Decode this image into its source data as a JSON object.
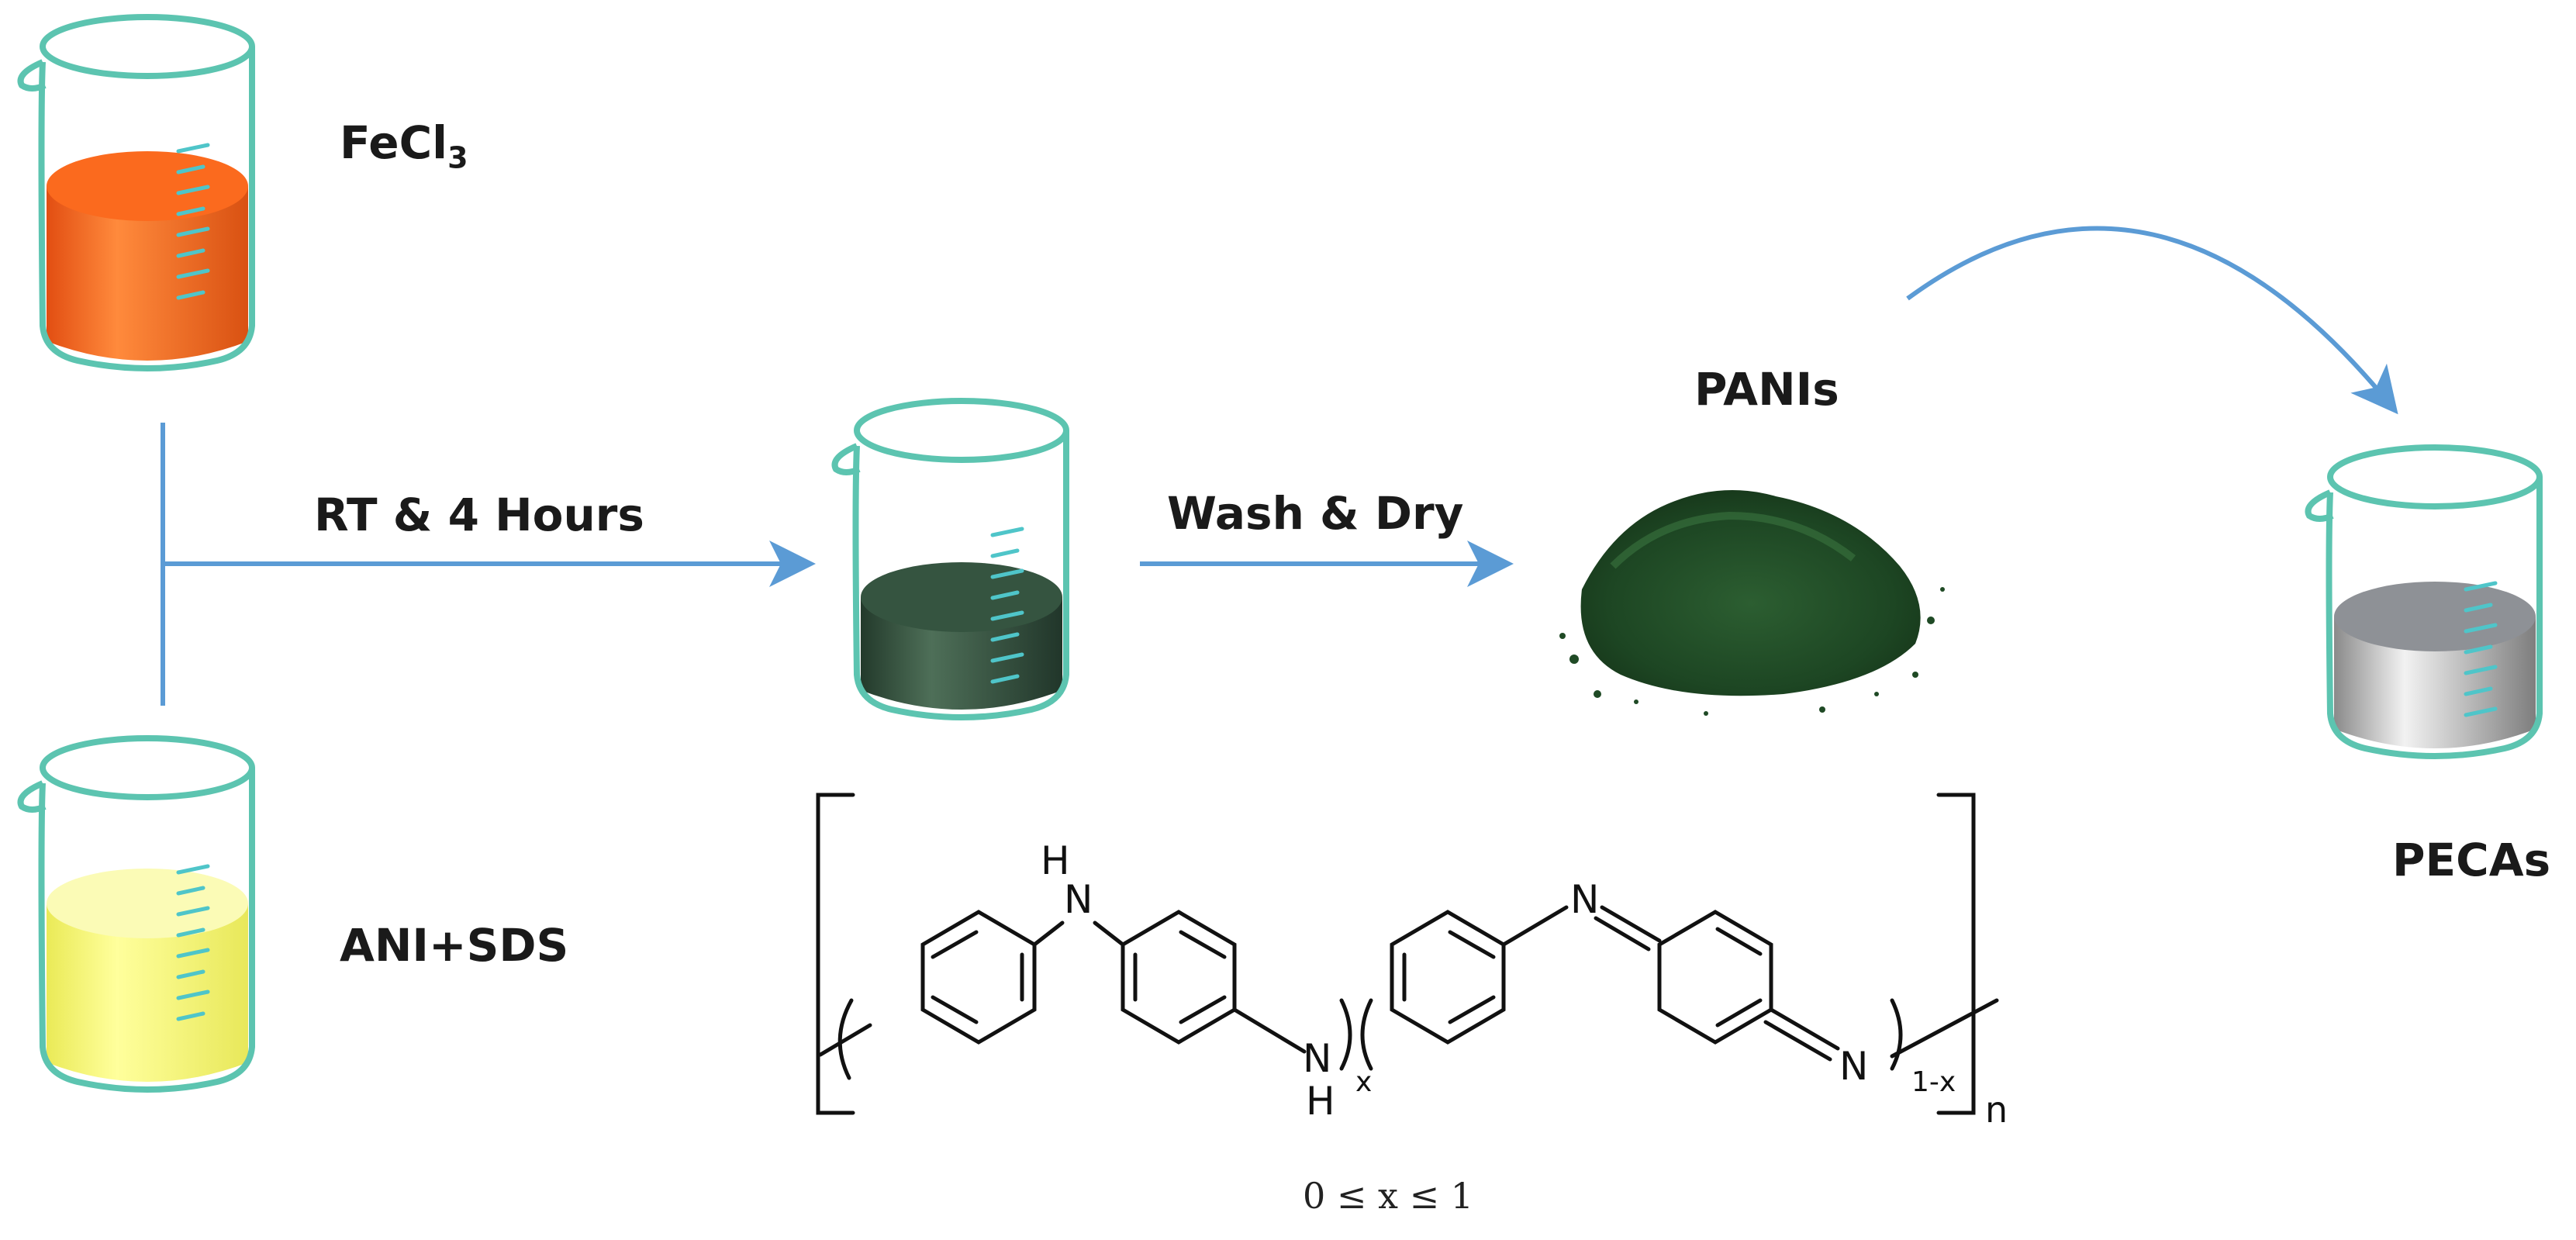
{
  "labels": {
    "fecl3": "FeCl",
    "fecl3_sub": "3",
    "ani_sds": "ANI+SDS",
    "rt_4h": "RT & 4 Hours",
    "wash_dry": "Wash & Dry",
    "panis": "PANIs",
    "pecas": "PECAs"
  },
  "structure": {
    "nh_top_h": "H",
    "nh_top_n": "N",
    "nh_bottom_n": "N",
    "nh_bottom_h": "H",
    "sub_x": "x",
    "imine_top_n": "N",
    "imine_bottom_n": "N",
    "sub_1x": "1-x",
    "sub_n": "n",
    "condition": "0 ≤ x ≤ 1"
  },
  "colors": {
    "glass": "#5cc4b0",
    "arrow": "#5b9bd5",
    "fecl3_liquid": "#fb6a1e",
    "ani_liquid": "#f6f58a",
    "reaction_liquid": "#355440",
    "peca_liquid": "#b8b8b8",
    "powder": "#1f4a25"
  }
}
